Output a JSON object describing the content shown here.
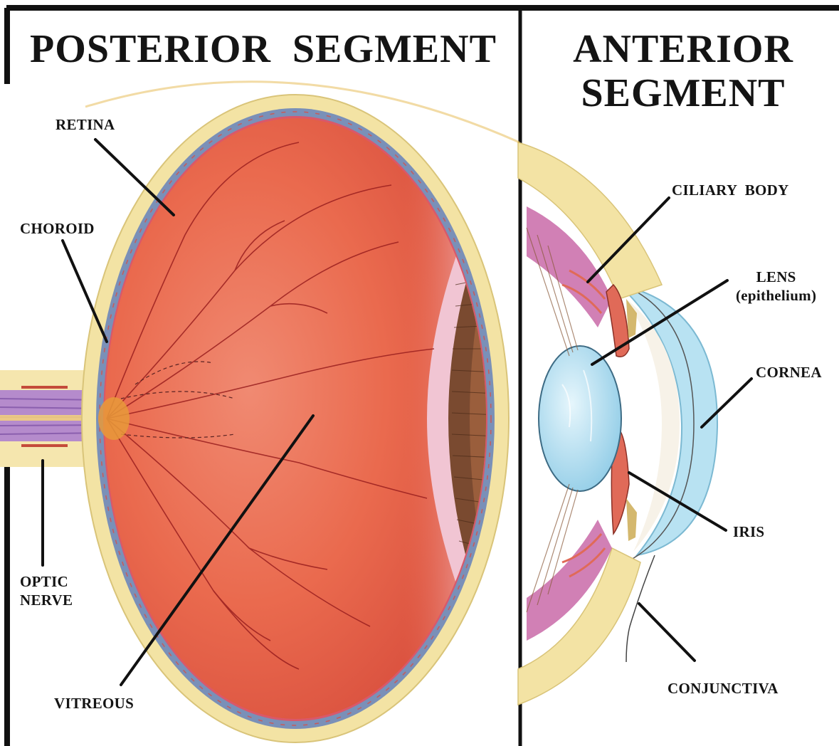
{
  "headers": {
    "posterior": "POSTERIOR  SEGMENT",
    "anterior_line1": "ANTERIOR",
    "anterior_line2": "SEGMENT"
  },
  "labels": {
    "retina": "RETINA",
    "choroid": "CHOROID",
    "optic_nerve_line1": "OPTIC",
    "optic_nerve_line2": "NERVE",
    "vitreous": "VITREOUS",
    "ciliary_body": "CILIARY  BODY",
    "lens_line1": "LENS",
    "lens_line2": "(epithelium)",
    "cornea": "CORNEA",
    "iris": "IRIS",
    "conjunctiva": "CONJUNCTIVA"
  },
  "colors": {
    "sclera": "#f3e3a4",
    "choroid": "#7a90b8",
    "vitreous": "#ea6a4e",
    "lens": "#a9d8ee",
    "cornea": "#b8e2f2",
    "iris": "#e06a58",
    "ciliary": "#c96aa8",
    "optic_nerve": "#a97fc2",
    "border": "#111111"
  }
}
